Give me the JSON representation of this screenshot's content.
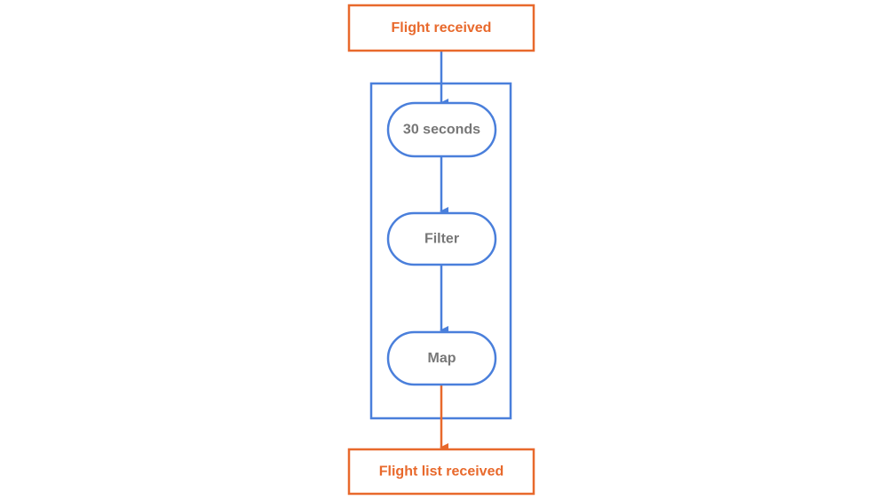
{
  "colors": {
    "orange": "#E8692C",
    "blue": "#4A7FDB",
    "gray_text": "#777777",
    "background": "#FFFFFF"
  },
  "nodes": {
    "input": {
      "label": "Flight received"
    },
    "window": {
      "label": "30 seconds"
    },
    "filter": {
      "label": "Filter"
    },
    "map": {
      "label": "Map"
    },
    "output": {
      "label": "Flight list received"
    }
  },
  "edges": [
    {
      "from": "input",
      "to": "window"
    },
    {
      "from": "window",
      "to": "filter"
    },
    {
      "from": "filter",
      "to": "map"
    },
    {
      "from": "map",
      "to": "output"
    }
  ]
}
